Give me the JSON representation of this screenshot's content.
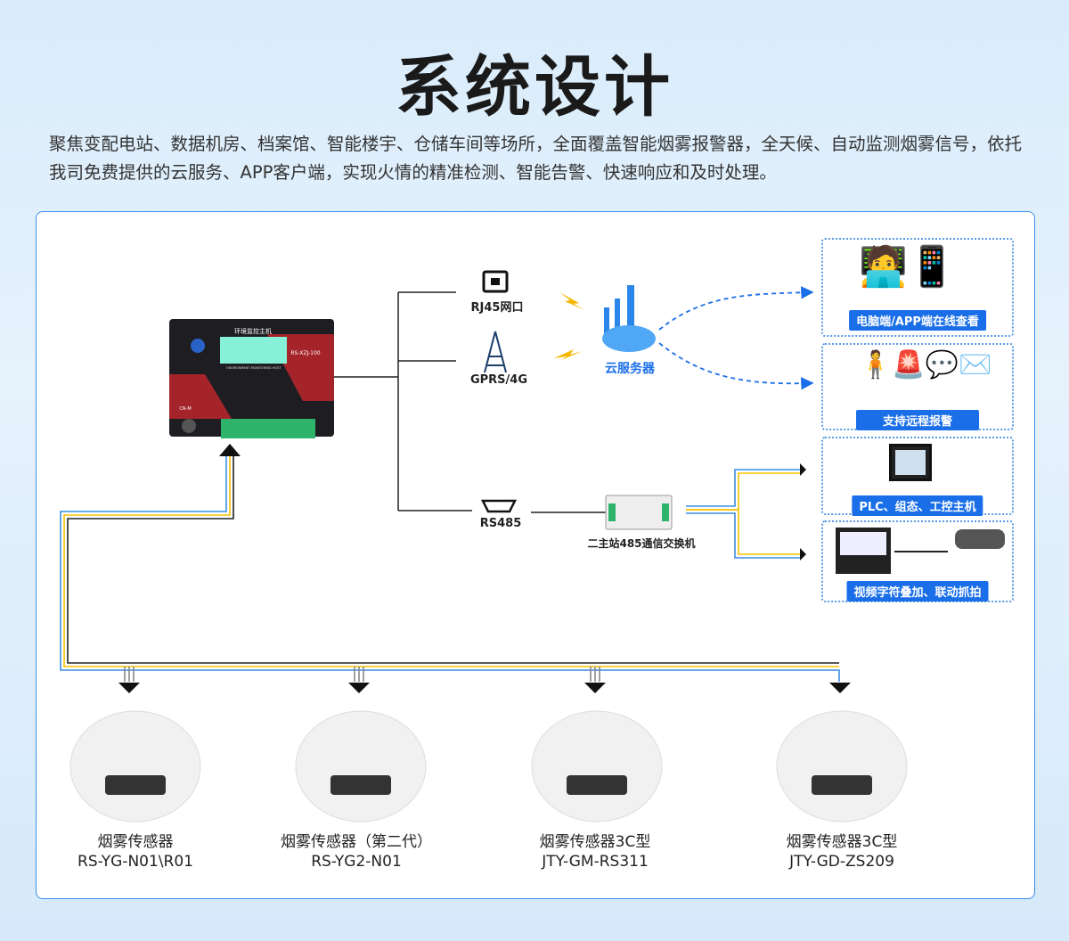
{
  "title": "系统设计",
  "intro": "聚焦变配电站、数据机房、档案馆、智能楼宇、仓储车间等场所，全面覆盖智能烟雾报警器，全天候、自动监测烟雾信号，依托我司免费提供的云服务、APP客户端，实现火情的精准检测、智能告警、快速响应和及时处理。",
  "host": {
    "name": "环境监控主机",
    "model": "RS-XZJ-100",
    "subtitle": "ENVIRONMENT MONITORING HOST",
    "port": "CN-M"
  },
  "links": {
    "rj45": "RJ45网口",
    "gprs": "GPRS/4G",
    "rs485": "RS485",
    "cloud": "云服务器",
    "switch": "二主站485通信交换机"
  },
  "outputs": [
    "电脑端/APP端在线查看",
    "支持远程报警",
    "PLC、组态、工控主机",
    "视频字符叠加、联动抓拍"
  ],
  "sensors": [
    {
      "name": "烟雾传感器",
      "model": "RS-YG-N01\\R01"
    },
    {
      "name": "烟雾传感器（第二代）",
      "model": "RS-YG2-N01"
    },
    {
      "name": "烟雾传感器3C型",
      "model": "JTY-GM-RS311"
    },
    {
      "name": "烟雾传感器3C型",
      "model": "JTY-GD-ZS209"
    }
  ],
  "colors": {
    "accent": "#1a6fe8",
    "border": "#3a8ee6"
  }
}
